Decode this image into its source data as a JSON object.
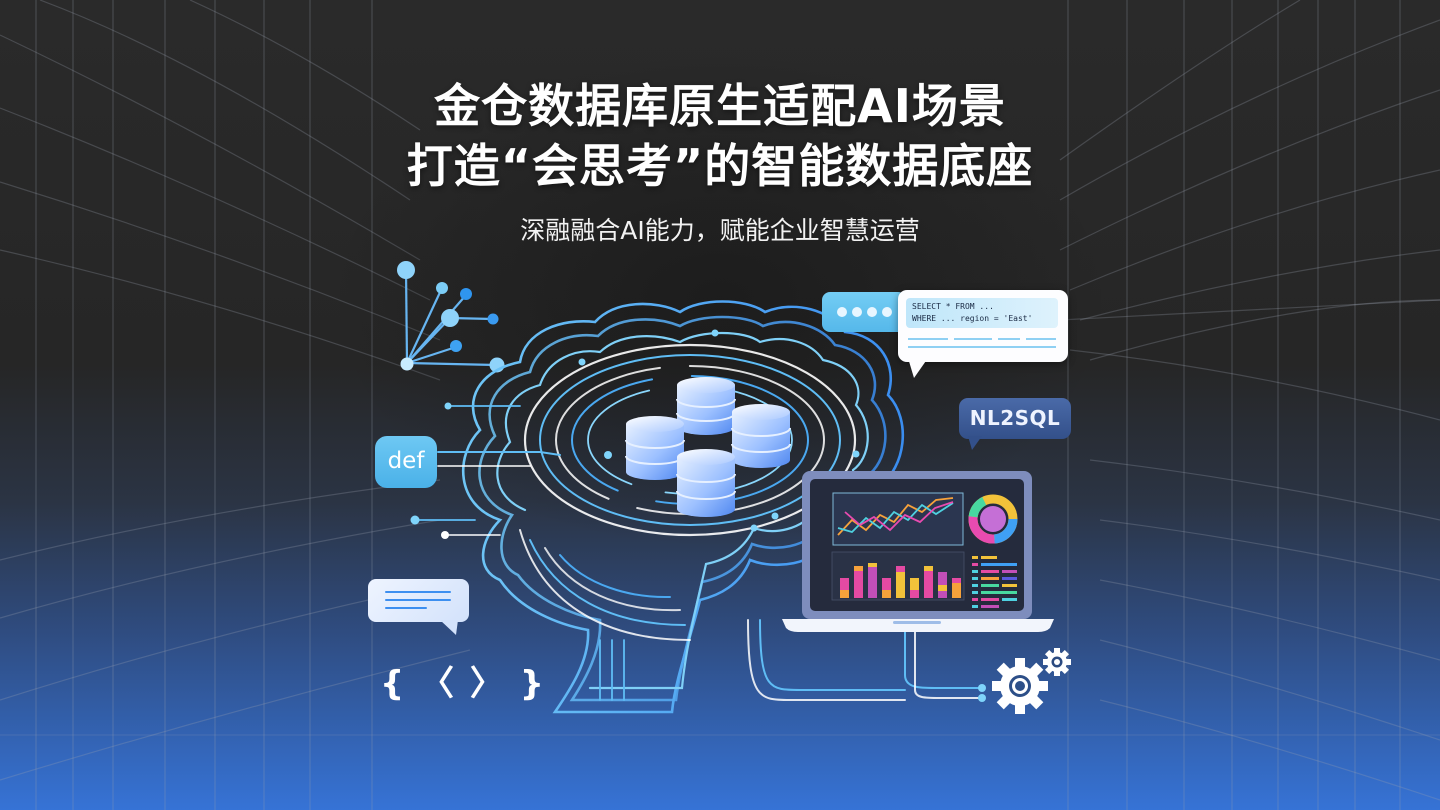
{
  "headline": {
    "line1": "金仓数据库原生适配AI场景",
    "line2": "打造“会思考”的智能数据底座"
  },
  "subheadline": "深融融合AI能力，赋能企业智慧运营",
  "illustration": {
    "center": "brain-circuit-with-database-stack",
    "database_cylinders": 4,
    "badges": {
      "nl2sql": "NL2SQL",
      "def": "def",
      "code_braces": "{ 〈 〉 }"
    },
    "sql_bubble": {
      "line1": "SELECT * FROM ...",
      "line2": "WHERE ... region = 'East'"
    },
    "typing_indicator_dots": 4,
    "icons": [
      "network-graph-icon",
      "chat-bubble-icon",
      "code-braces-icon",
      "gear-icon",
      "laptop-dashboard-icon",
      "database-icon"
    ],
    "dashboard": {
      "line_chart_series": 3,
      "bar_chart_bars": 9,
      "donut_chart": true,
      "legend_rows": 8
    }
  },
  "colors": {
    "background_top": "#262626",
    "background_bottom": "#3673d6",
    "accent_blue": "#4aa8f0",
    "accent_cyan": "#74cdf4",
    "nl2sql_badge": "#3a5894",
    "text": "#ffffff"
  }
}
